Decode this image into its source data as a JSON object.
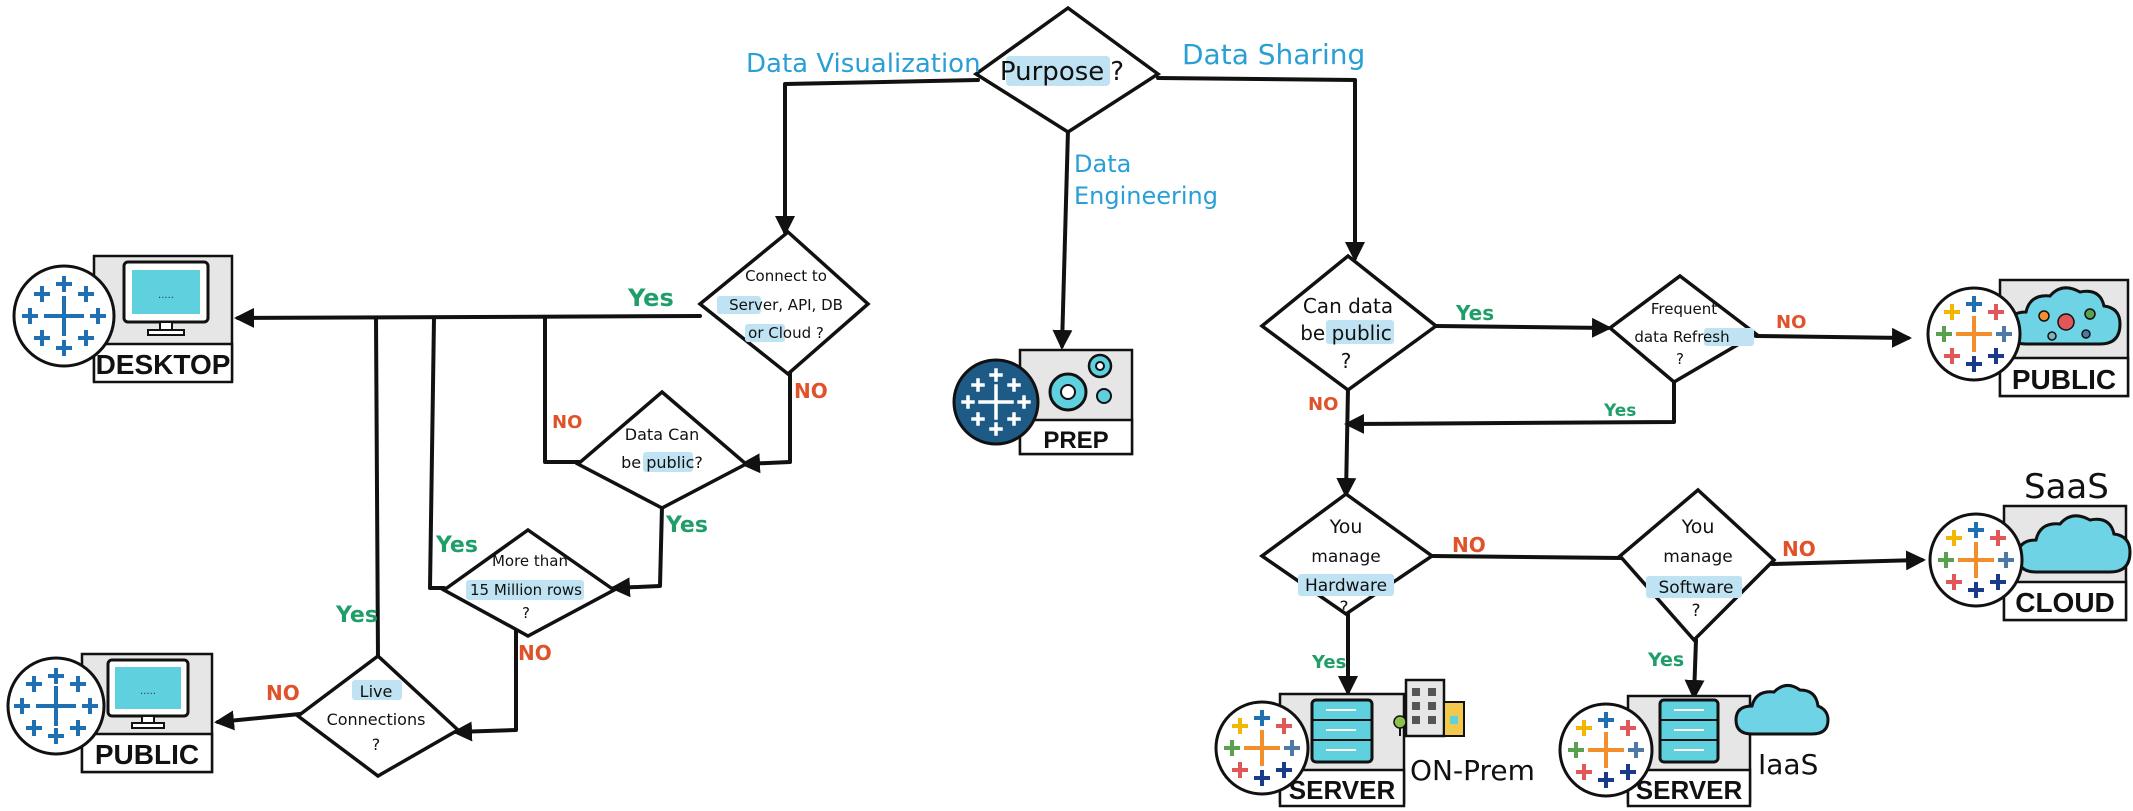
{
  "decisions": {
    "purpose": {
      "text": "Purpose",
      "suffix": "?"
    },
    "connect": {
      "lines": [
        "Connect to",
        "Server, API, DB",
        "or Cloud ?"
      ]
    },
    "data_public_left": {
      "lines": [
        "Data Can",
        "be public?"
      ]
    },
    "million_rows": {
      "lines": [
        "More than",
        "15 Million rows",
        "?"
      ]
    },
    "live": {
      "lines": [
        "Live",
        "Connections",
        "?"
      ]
    },
    "can_public": {
      "lines": [
        "Can data",
        "be public",
        "?"
      ]
    },
    "refresh": {
      "lines": [
        "Frequent",
        "data Refresh",
        "?"
      ]
    },
    "hardware": {
      "lines": [
        "You",
        "manage",
        "Hardware",
        "?"
      ]
    },
    "software": {
      "lines": [
        "You",
        "manage",
        "Software",
        "?"
      ]
    }
  },
  "branch_labels": {
    "data_visualization": "Data Visualization",
    "data_sharing": "Data Sharing",
    "data_engineering": [
      "Data",
      "Engineering"
    ]
  },
  "edge_labels": {
    "connect_yes": "Yes",
    "connect_no": "NO",
    "public_left_no": "NO",
    "public_left_yes": "Yes",
    "rows_yes": "Yes",
    "rows_no": "NO",
    "live_yes": "Yes",
    "live_no": "NO",
    "can_public_yes": "Yes",
    "can_public_no": "NO",
    "refresh_no": "NO",
    "refresh_yes": "Yes",
    "hardware_no": "NO",
    "hardware_yes": "Yes",
    "software_no": "NO",
    "software_yes": "Yes"
  },
  "products": {
    "desktop": "DESKTOP",
    "public_left": "PUBLIC",
    "prep": "PREP",
    "public_right": "PUBLIC",
    "cloud": "CLOUD",
    "server_onprem": "SERVER",
    "server_iaas": "SERVER"
  },
  "notes": {
    "saas": "SaaS",
    "on_prem": "ON-Prem",
    "iaas": "IaaS"
  },
  "colors": {
    "branch_label": "#2a9fd6",
    "yes": "#1f9e6a",
    "no": "#e0522a",
    "highlight": "#bfe3f2",
    "tableau_blue": "#1f6fb2",
    "tableau_orange": "#f28e2b",
    "tableau_red": "#e15759",
    "tableau_navy": "#1a3a8a",
    "screen_cyan": "#5fd0de",
    "cloud_cyan": "#6fd3e6"
  }
}
